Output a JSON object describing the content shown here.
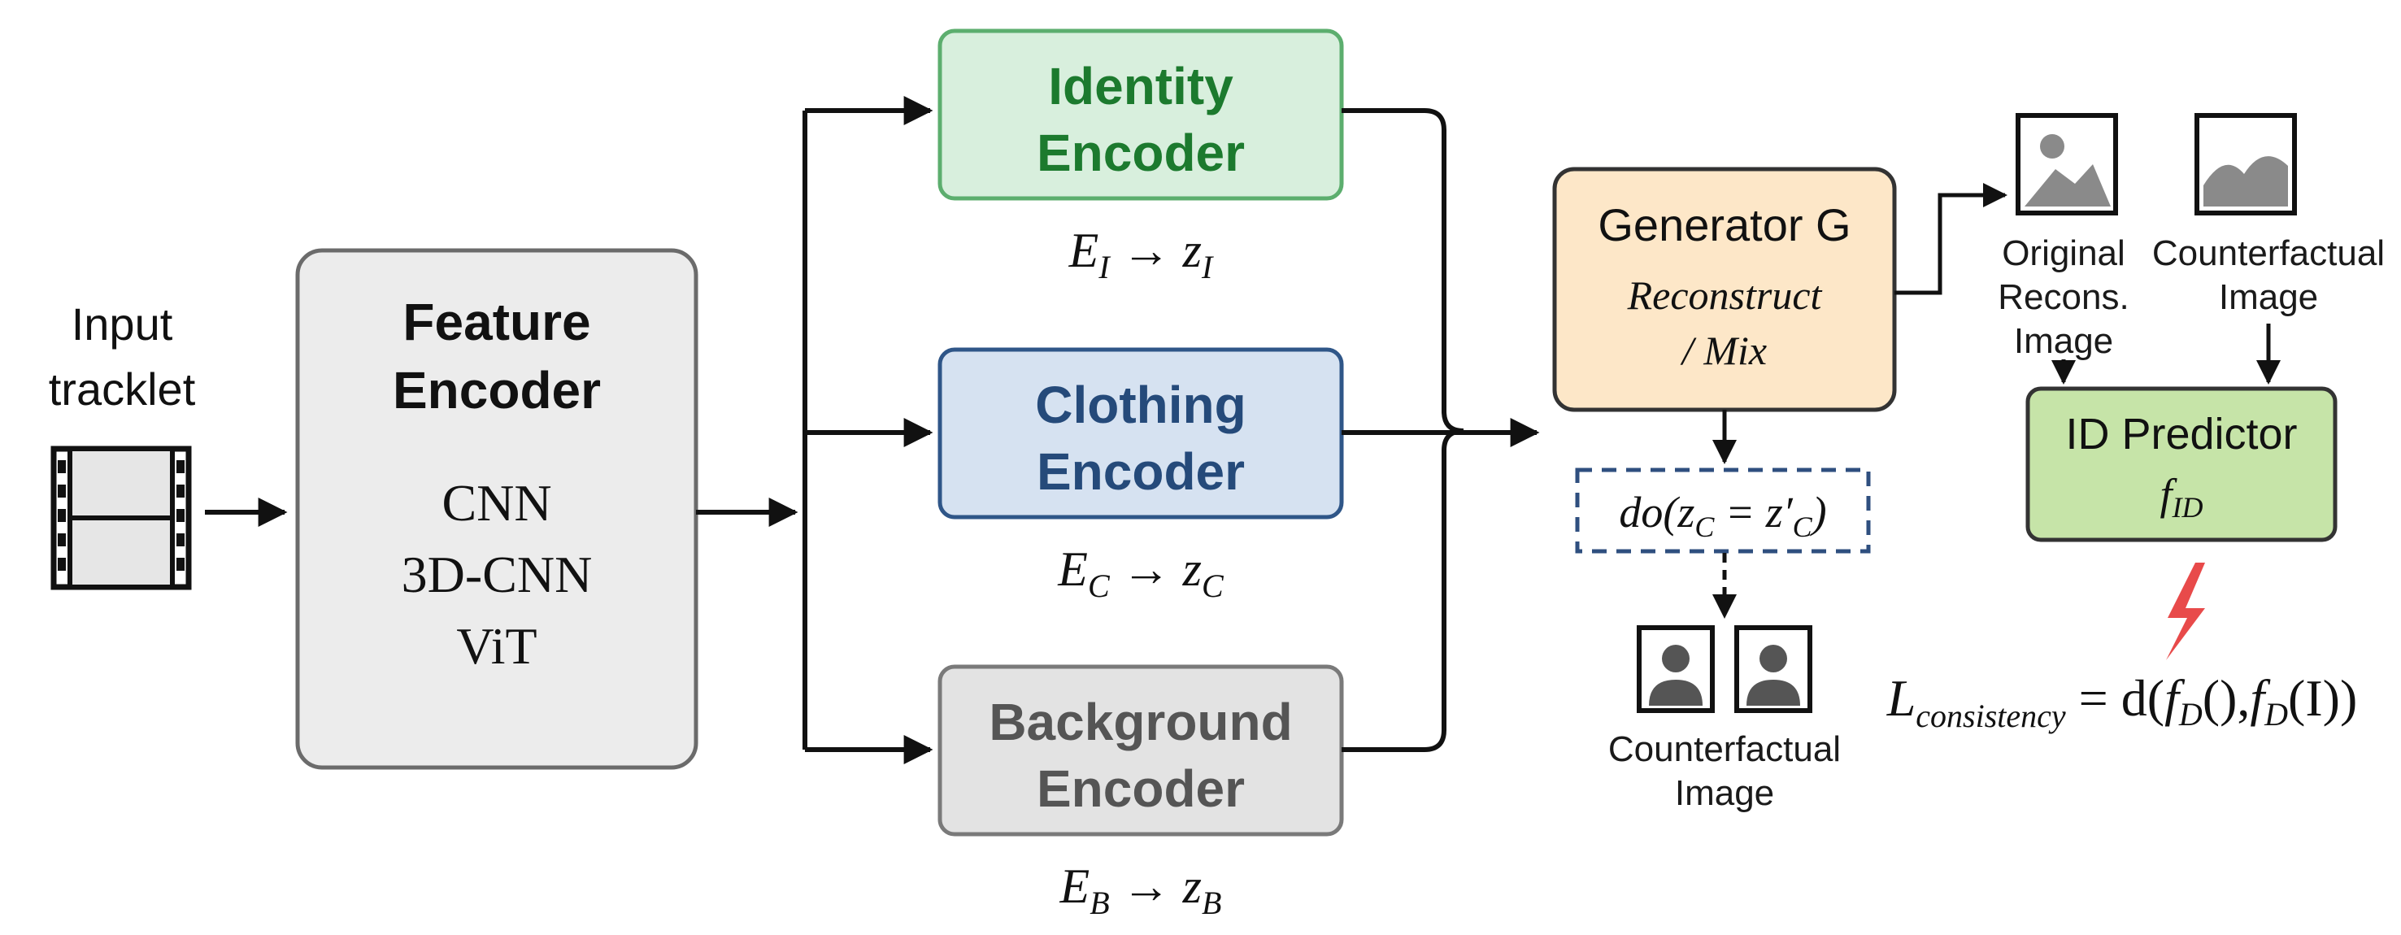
{
  "input": {
    "line1": "Input",
    "line2": "tracklet"
  },
  "feature_encoder": {
    "title_line1": "Feature",
    "title_line2": "Encoder",
    "models": [
      "CNN",
      "3D-CNN",
      "ViT"
    ]
  },
  "identity_encoder": {
    "line1": "Identity",
    "line2": "Encoder",
    "formula": {
      "e": "E",
      "e_sub": "I",
      "z": "z",
      "z_sub": "I"
    }
  },
  "clothing_encoder": {
    "line1": "Clothing",
    "line2": "Encoder",
    "formula": {
      "e": "E",
      "e_sub": "C",
      "z": "z",
      "z_sub": "C"
    }
  },
  "background_encoder": {
    "line1": "Background",
    "line2": "Encoder",
    "formula": {
      "e": "E",
      "e_sub": "B",
      "z": "z",
      "z_sub": "B"
    }
  },
  "generator": {
    "title": "Generator G",
    "sub_line1": "Reconstruct",
    "sub_line2": "/ Mix"
  },
  "intervention": {
    "prefix": "do(z",
    "sub": "C",
    "mid": " = z′",
    "sub2": "C",
    "suffix": ")"
  },
  "counterfactual_bottom": {
    "line1": "Counterfactual",
    "line2": "Image"
  },
  "original_recons": {
    "line1": "Original",
    "line2": "Recons.",
    "line3": "Image"
  },
  "counterfactual_top": {
    "line1": "Counterfactual",
    "line2": "Image"
  },
  "id_predictor": {
    "title": "ID Predictor",
    "sym": "f",
    "sym_sub": "ID"
  },
  "loss": {
    "L": "L",
    "L_sub": "consistency",
    "eq": " = d(",
    "f1": "f",
    "f1_sub": "D",
    "mid": "(),",
    "f2": "f",
    "f2_sub": "D",
    "end": "(I))"
  },
  "colors": {
    "identity_fill": "#d8efdd",
    "identity_stroke": "#5cae6e",
    "identity_text": "#1c7a2e",
    "clothing_fill": "#d6e2f1",
    "clothing_stroke": "#2f5688",
    "clothing_text": "#254a7a",
    "background_fill": "#e3e3e3",
    "background_stroke": "#7a7a7a",
    "background_text": "#555555",
    "feature_fill": "#ececec",
    "feature_stroke": "#6b6b6b",
    "generator_fill": "#fde7c8",
    "generator_stroke": "#333333",
    "predictor_fill": "#c6e4a8",
    "predictor_stroke": "#333333",
    "dashed_stroke": "#2f4f7f",
    "bolt": "#e84a4a"
  },
  "icons": [
    "film-strip-icon",
    "landscape-image-icon",
    "person-portrait-icon",
    "lightning-bolt-icon"
  ]
}
